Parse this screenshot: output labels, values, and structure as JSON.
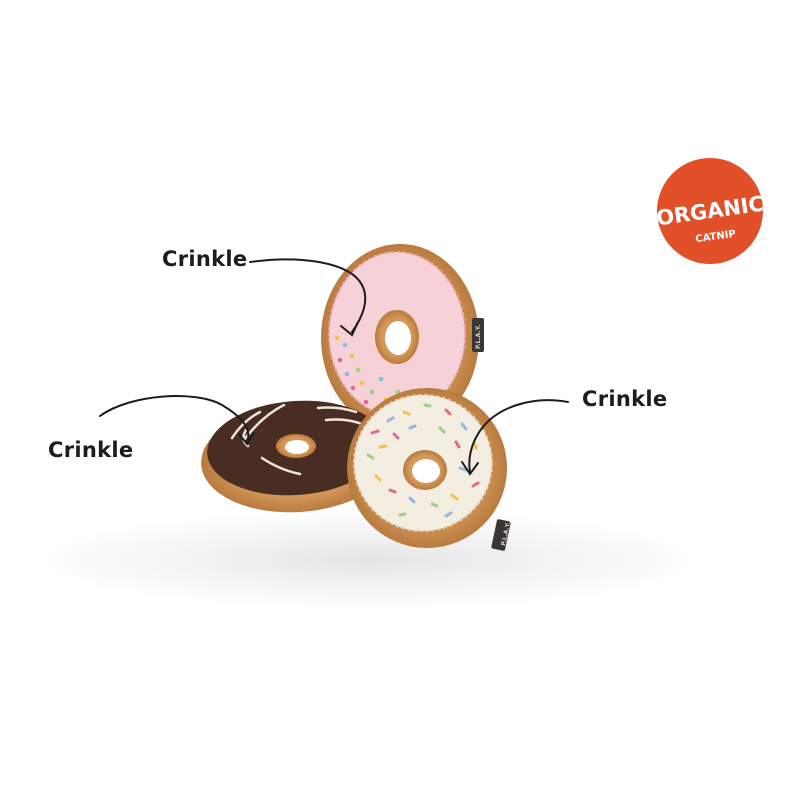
{
  "callouts": {
    "top": "Crinkle",
    "left": "Crinkle",
    "right": "Crinkle"
  },
  "badge": {
    "line1": "ORGANIC",
    "line2": "CATNIP",
    "color": "#e2502a"
  },
  "tags": {
    "pink": "P.L.A.Y.",
    "white": "P.L.A.Y."
  },
  "colors": {
    "dough": "#c98a4e",
    "pink_icing": "#f6d2d8",
    "chocolate_icing": "#4a2d22",
    "vanilla_icing": "#f3eee1",
    "arrow": "#1c1c1c"
  }
}
